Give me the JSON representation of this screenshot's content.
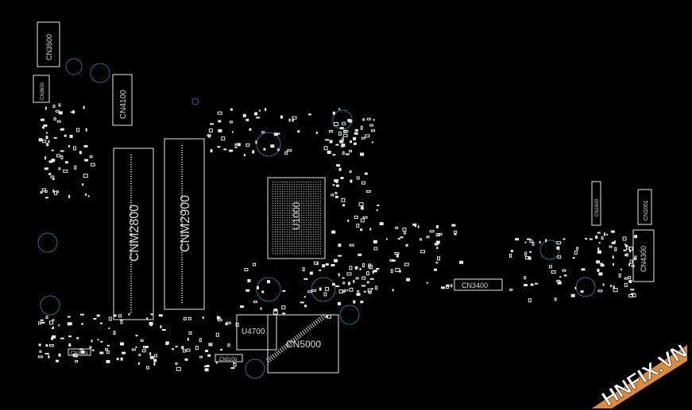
{
  "labels": {
    "cn3500": "CN3500",
    "cn3600": "CN3600",
    "cn4100": "CN4100",
    "cnm2800": "CNM2800",
    "cnm2900": "CNM2900",
    "u1": "U1000",
    "u4700": "U4700",
    "cn5000": "CN5000",
    "cn3400": "CN3400",
    "cn1600": "CN1600",
    "cn1001": "CN1001",
    "cn4300": "CN4300",
    "cn3901": "CN3901",
    "cn5200": "CN5200"
  },
  "watermark": {
    "text": "HNFIX.VN",
    "colors": {
      "text": "#ffffff",
      "stripe": "#e0893a"
    }
  },
  "colors": {
    "background": "#000000",
    "silkscreen": "#e6e6e6",
    "mounting_hole": "#1c6f8a"
  }
}
